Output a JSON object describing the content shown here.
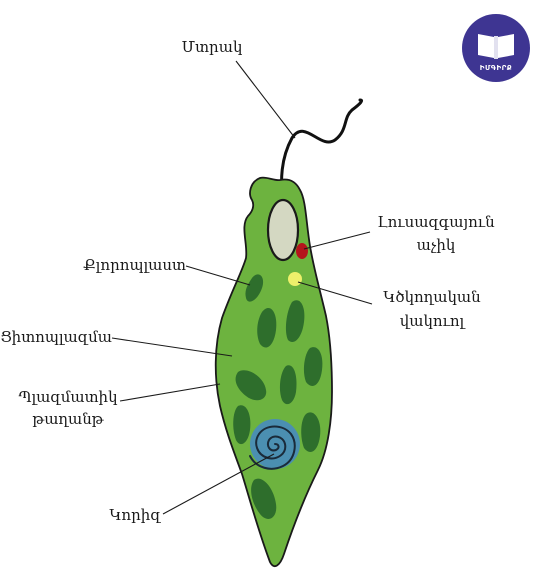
{
  "labels": {
    "flagellum": "Մտրակ",
    "eyespot_line1": "Լուսազգայուն",
    "eyespot_line2": "աչիկ",
    "chloroplast": "Քլորոպլաստ",
    "contractile_vacuole_line1": "Կծկողական",
    "contractile_vacuole_line2": "վակուոլ",
    "cytoplasm": "Ցիտոպլազմա",
    "membrane_line1": "Պլազմատիկ",
    "membrane_line2": "թաղանթ",
    "nucleus": "Կորիզ"
  },
  "logo": {
    "text": "ԻՄԳԻՐՔ",
    "icon": "open-book-icon",
    "color": "#3e3592"
  },
  "colors": {
    "cell_body": "#6db33f",
    "chloroplast": "#2e6e2c",
    "nucleus": "#4b8fb1",
    "eyespot": "#b4151c",
    "vacuole": "#eef06b",
    "reservoir": "#d4d8c2",
    "outline": "#1a1a1a"
  }
}
